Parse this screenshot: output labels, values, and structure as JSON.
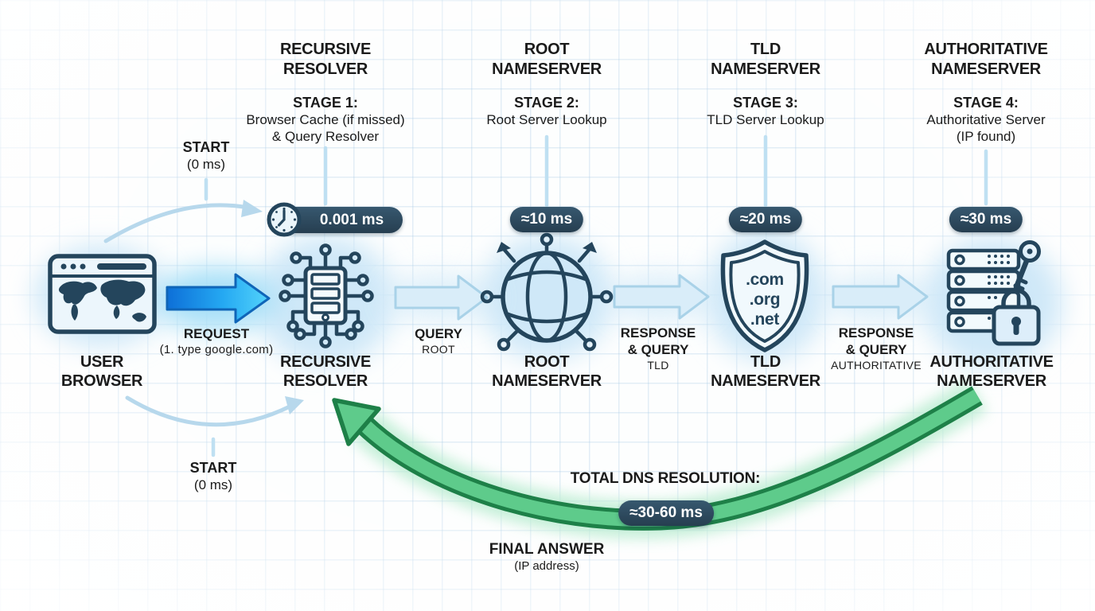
{
  "colors": {
    "navy": "#24455c",
    "badge_bg": "#2e4d63",
    "badge_text": "#ffffff",
    "accent_blue": "#2196f3",
    "pale_arrow_fill": "#d9edf9",
    "pale_arrow_stroke": "#a9d2e8",
    "green": "#5ecb8b",
    "green_dark": "#1e8048",
    "glow_blue": "#cfe8f8",
    "grid": "#a8cbe6",
    "text": "#1b1b1b"
  },
  "stages": [
    {
      "title1": "RECURSIVE",
      "title2": "RESOLVER",
      "stage_label": "STAGE 1:",
      "desc1": "Browser Cache (if missed)",
      "desc2": "& Query Resolver",
      "badge": "0.001 ms"
    },
    {
      "title1": "ROOT",
      "title2": "NAMESERVER",
      "stage_label": "STAGE 2:",
      "desc1": "Root Server Lookup",
      "badge": "≈10 ms"
    },
    {
      "title1": "TLD",
      "title2": "NAMESERVER",
      "stage_label": "STAGE 3:",
      "desc1": "TLD Server Lookup",
      "badge": "≈20 ms"
    },
    {
      "title1": "AUTHORITATIVE",
      "title2": "NAMESERVER",
      "stage_label": "STAGE 4:",
      "desc1": "Authoritative Server",
      "desc2": "(IP found)",
      "badge": "≈30 ms"
    }
  ],
  "nodes": [
    {
      "label1": "USER",
      "label2": "BROWSER",
      "icon": "browser-globe-icon"
    },
    {
      "label1": "RECURSIVE",
      "label2": "RESOLVER",
      "icon": "circuit-resolver-icon"
    },
    {
      "label1": "ROOT",
      "label2": "NAMESERVER",
      "icon": "globe-network-icon"
    },
    {
      "label1": "TLD",
      "label2": "NAMESERVER",
      "icon": "tld-shield-icon",
      "domains": [
        ".com",
        ".org",
        ".net"
      ]
    },
    {
      "label1": "AUTHORITATIVE",
      "label2": "NAMESERVER",
      "icon": "server-key-lock-icon"
    }
  ],
  "edges": [
    {
      "line1": "REQUEST",
      "sub": "(1. type google.com)"
    },
    {
      "line1": "QUERY",
      "sub": "ROOT"
    },
    {
      "line1": "RESPONSE",
      "line2": "& QUERY",
      "sub": "TLD"
    },
    {
      "line1": "RESPONSE",
      "line2": "& QUERY",
      "sub": "AUTHORITATIVE"
    }
  ],
  "start_top": {
    "label": "START",
    "sub": "(0 ms)"
  },
  "start_bottom": {
    "label": "START",
    "sub": "(0 ms)"
  },
  "summary": {
    "total_label": "TOTAL DNS RESOLUTION:",
    "total_badge": "≈30-60 ms",
    "final_label": "FINAL ANSWER",
    "final_sub": "(IP address)"
  }
}
